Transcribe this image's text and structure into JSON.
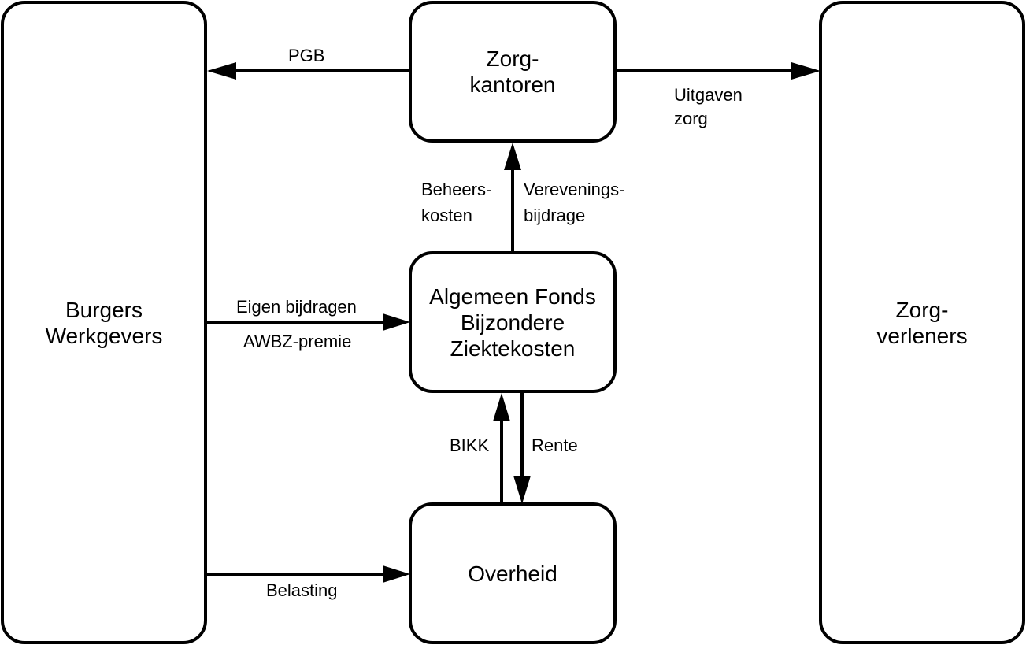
{
  "nodes": {
    "burgers": {
      "lines": [
        "Burgers",
        "Werkgevers"
      ]
    },
    "zorgkantoren": {
      "lines": [
        "Zorg-",
        "kantoren"
      ]
    },
    "fonds": {
      "lines": [
        "Algemeen Fonds",
        "Bijzondere",
        "Ziektekosten"
      ]
    },
    "overheid": {
      "lines": [
        "Overheid"
      ]
    },
    "zorgverleners": {
      "lines": [
        "Zorg-",
        "verleners"
      ]
    }
  },
  "flows": {
    "pgb": "PGB",
    "uitgaven": [
      "Uitgaven",
      "zorg"
    ],
    "beheers": [
      "Beheers-",
      "kosten"
    ],
    "verevening": [
      "Verevenings-",
      "bijdrage"
    ],
    "eigen_bijdragen": "Eigen bijdragen",
    "awbz": "AWBZ-premie",
    "bikk": "BIKK",
    "rente": "Rente",
    "belasting": "Belasting"
  }
}
